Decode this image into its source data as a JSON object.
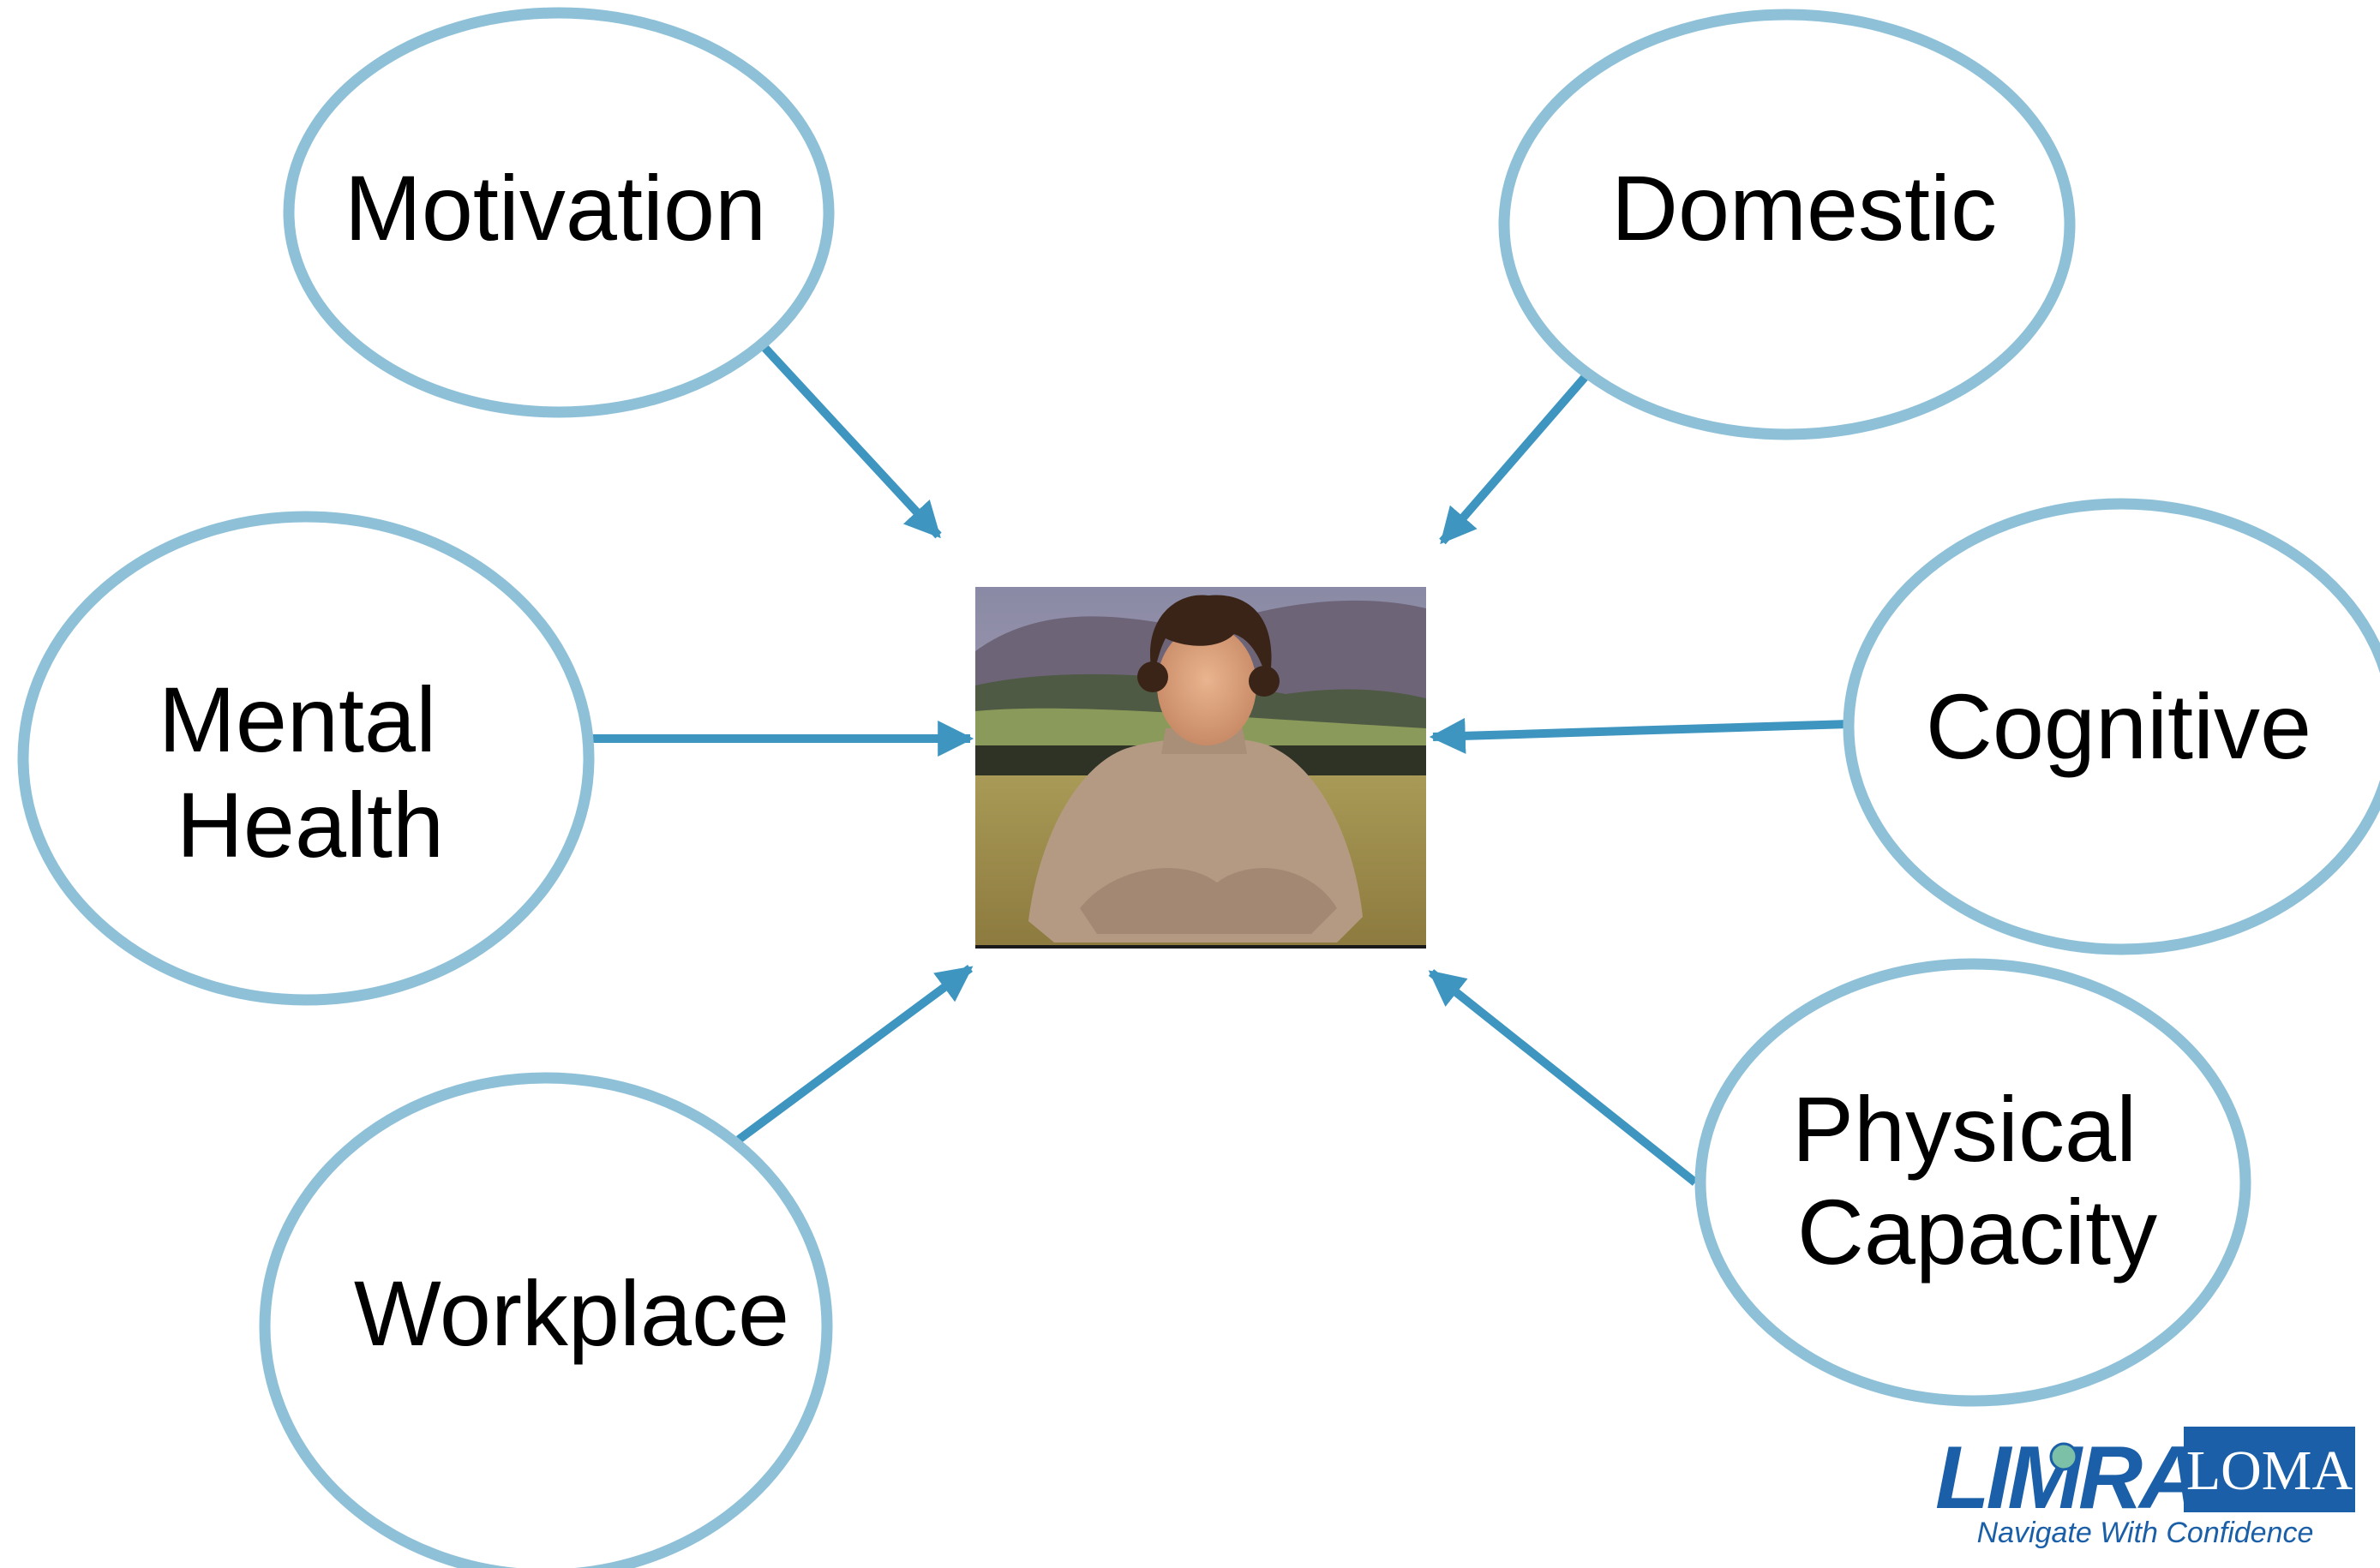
{
  "diagram": {
    "nodes": [
      {
        "id": "motivation",
        "lines": [
          "Motivation"
        ]
      },
      {
        "id": "domestic",
        "lines": [
          "Domestic"
        ]
      },
      {
        "id": "mental-health",
        "lines": [
          "Mental",
          "Health"
        ]
      },
      {
        "id": "cognitive",
        "lines": [
          "Cognitive"
        ]
      },
      {
        "id": "workplace",
        "lines": [
          "Workplace"
        ]
      },
      {
        "id": "physical-capacity",
        "lines": [
          "Physical",
          "Capacity"
        ]
      }
    ],
    "center_image": "photo of a young man with curly hair in a beige sweater sitting cross-legged in a field with hills behind",
    "colors": {
      "ellipse_stroke": "#8ec0d8",
      "arrow": "#3d95c0",
      "text": "#000000",
      "logo_blue": "#1a5fa8"
    }
  },
  "logo": {
    "limra": "LIMRA",
    "loma": "LOMA",
    "tagline": "Navigate With Confidence"
  }
}
